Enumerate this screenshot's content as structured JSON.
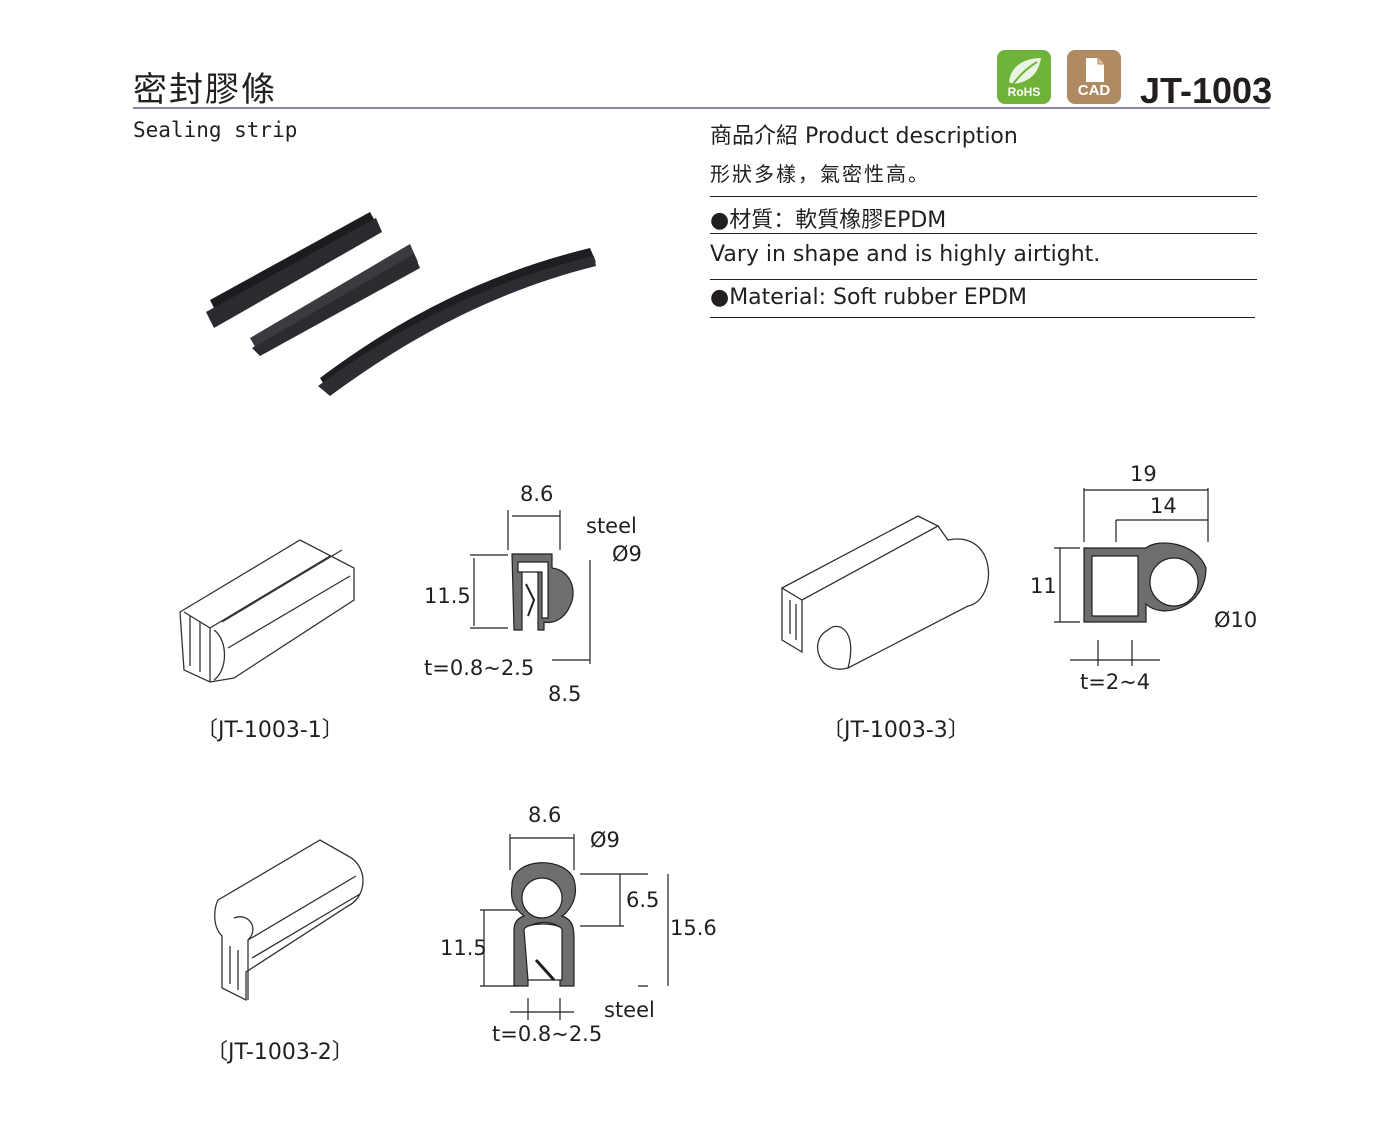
{
  "header": {
    "title_zh": "密封膠條",
    "title_en": "Sealing strip",
    "model": "JT-1003",
    "badges": [
      {
        "icon": "leaf-icon",
        "label": "RoHS",
        "color": "#6fb33a"
      },
      {
        "icon": "file-icon",
        "label": "CAD",
        "color": "#b08a63"
      }
    ]
  },
  "description": {
    "heading": "商品介紹 Product description",
    "zh_text": "形狀多樣，氣密性高。",
    "material_zh": "●材質：軟質橡膠EPDM",
    "en_text": "Vary in shape and is highly airtight.",
    "material_en": "●Material: Soft rubber EPDM"
  },
  "items": [
    {
      "caption": "〔JT-1003-1〕",
      "dims": {
        "width": "8.6",
        "height": "11.5",
        "steel": "steel",
        "diameter": "Ø9",
        "thickness": "t=0.8~2.5",
        "depth": "8.5"
      }
    },
    {
      "caption": "〔JT-1003-3〕",
      "dims": {
        "total": "19",
        "inner": "14",
        "height": "11",
        "diameter": "Ø10",
        "thickness": "t=2~4"
      }
    },
    {
      "caption": "〔JT-1003-2〕",
      "dims": {
        "width": "8.6",
        "diameter": "Ø9",
        "bulb": "6.5",
        "height": "11.5",
        "total": "15.6",
        "steel": "steel",
        "thickness": "t=0.8~2.5"
      }
    }
  ]
}
